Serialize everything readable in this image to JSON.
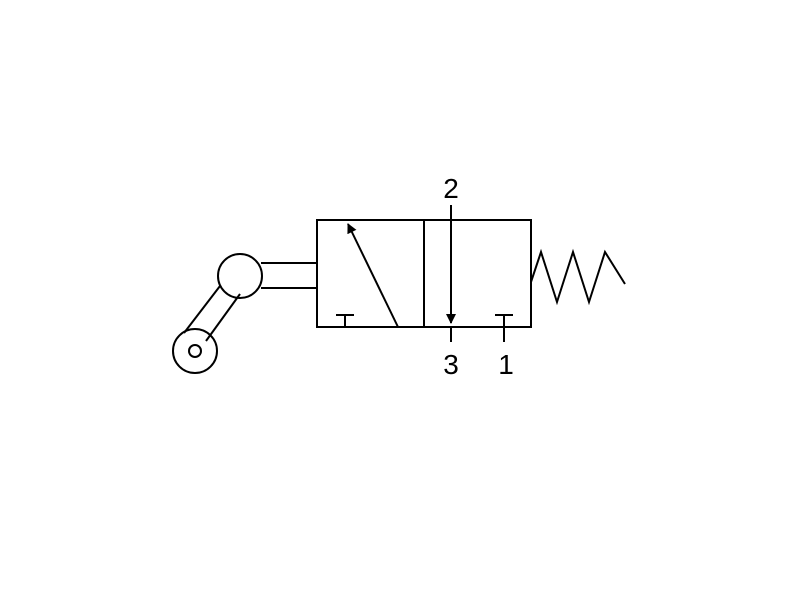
{
  "diagram": {
    "ports": {
      "top": "2",
      "bottom_left": "3",
      "bottom_right": "1"
    },
    "colors": {
      "stroke": "#000000",
      "background": "#ffffff"
    },
    "icons": {
      "actuator": "roller-lever-icon",
      "return": "spring-icon"
    }
  }
}
